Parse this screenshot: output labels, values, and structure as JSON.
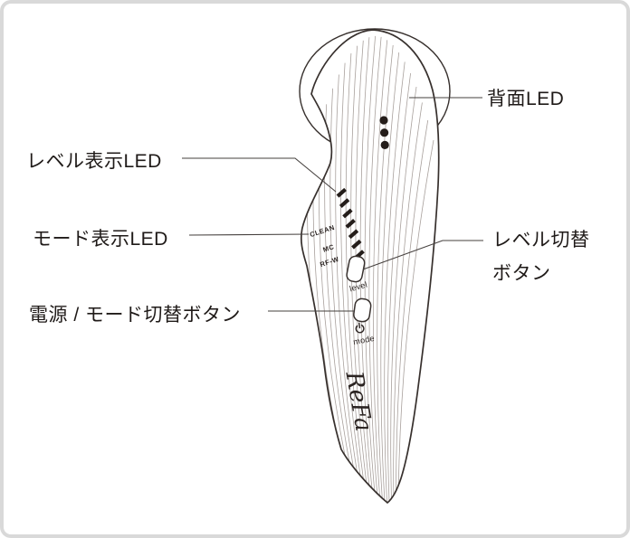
{
  "colors": {
    "background": "#ffffff",
    "frame_border": "#d9d9d9",
    "outline": "#37302d",
    "hatch": "#a8a09c",
    "leader": "#45403e",
    "text": "#1f1a18",
    "mark": "#241d1a"
  },
  "callouts": {
    "level_display_led": "レベル表示LED",
    "mode_display_led": "モード表示LED",
    "power_mode_button": "電源 / モード切替ボタン",
    "back_led": "背面LED",
    "level_switch_button": {
      "line1": "レベル切替",
      "line2": "ボタン"
    }
  },
  "device": {
    "brand": "ReFa",
    "mode_labels": [
      "CLEAN",
      "MC",
      "RF-W"
    ],
    "level_button_label": "level",
    "mode_button_label": "mode",
    "power_icon": "power-symbol",
    "level_led_marks": 7,
    "back_led_dots": 3
  }
}
